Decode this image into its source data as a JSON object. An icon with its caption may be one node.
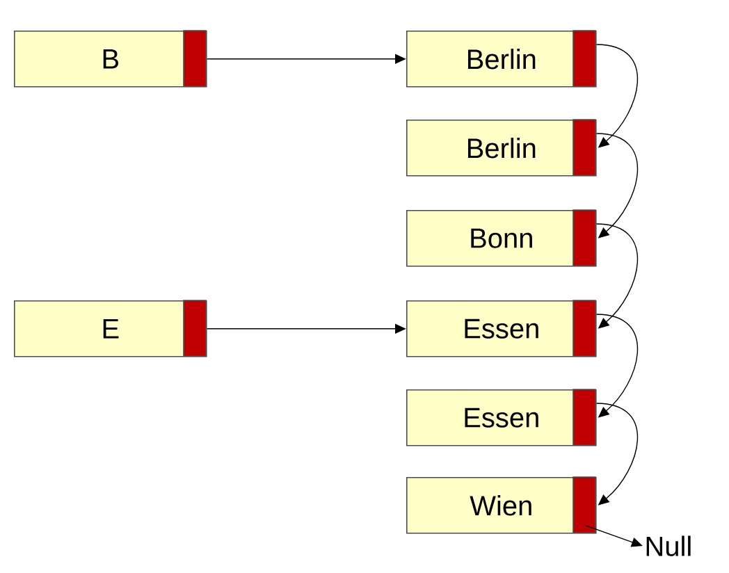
{
  "diagram": {
    "nodes": [
      {
        "text": [
          "B"
        ]
      },
      {
        "text": [
          "Berlin"
        ]
      },
      {
        "text": [
          "Berlin"
        ]
      },
      {
        "text": [
          "Bonn"
        ]
      },
      {
        "text": [
          "E"
        ]
      },
      {
        "text": [
          "Essen"
        ]
      },
      {
        "text": [
          "Essen"
        ]
      },
      {
        "text": [
          "Wien"
        ]
      },
      {
        "text": [
          "Null"
        ]
      }
    ],
    "edges": [
      {
        "from": 0,
        "to": 1,
        "arrow": "to"
      },
      {
        "from": 1,
        "to": 2,
        "arrow": "to"
      },
      {
        "from": 2,
        "to": 3,
        "arrow": "to"
      },
      {
        "from": 3,
        "to": 5,
        "arrow": "to"
      },
      {
        "from": 4,
        "to": 5,
        "arrow": "to"
      },
      {
        "from": 5,
        "to": 6,
        "arrow": "to"
      },
      {
        "from": 6,
        "to": 7,
        "arrow": "to"
      },
      {
        "from": 7,
        "to": 8,
        "arrow": "to"
      }
    ]
  }
}
